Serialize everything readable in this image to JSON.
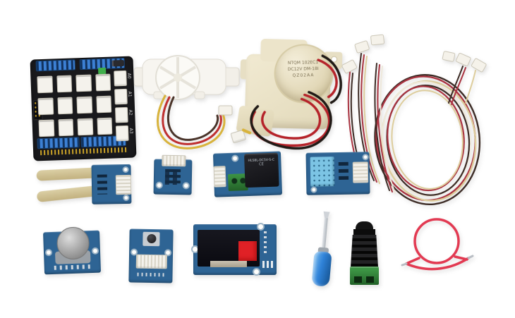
{
  "photo": {
    "background_color": "#ffffff",
    "scene": "grove-sensor-kit-parts"
  },
  "base_shield": {
    "name": "grove-base-shield",
    "port_labels": [
      "A0",
      "A1",
      "A2",
      "A3"
    ],
    "pcb_color": "#19191c",
    "header_color": "#2f74c8"
  },
  "flow_sensor": {
    "name": "water-flow-sensor",
    "body_color": "#f7f5f0",
    "wire_colors": [
      "#d8b33c",
      "#bf3030",
      "#4a342a"
    ]
  },
  "water_pump": {
    "name": "12v-water-pump",
    "label_lines": [
      "NTQM 102EC1",
      "DC12V DM-18I",
      "QZ02AA"
    ],
    "body_color": "#ece4ca",
    "wire_colors": [
      "#b5232a",
      "#201a16"
    ]
  },
  "cable_bundle": {
    "name": "grove-4pin-cable-bundle",
    "wire_colors": [
      "#3d2c26",
      "#a93340",
      "#ddcd9c",
      "#efe9dc"
    ]
  },
  "moisture_sensor": {
    "name": "moisture-sensor",
    "pcb_color": "#2e6494",
    "prong_color": "#cfc093"
  },
  "light_sensor_module": {
    "name": "small-grove-sensor-module",
    "pcb_color": "#2e6494"
  },
  "relay_module": {
    "name": "relay-module",
    "relay_label": "HLS8L-DC5V-S-C",
    "relay_cert": "CE",
    "terminal_color": "#2e7d36"
  },
  "temp_humidity_sensor": {
    "name": "dht11-temp-humidity-sensor",
    "sensor_color": "#7cc4e4"
  },
  "rotary_sensor": {
    "name": "rotary-angle-sensor",
    "knob_color": "#9a9a9a"
  },
  "button_module": {
    "name": "button-module"
  },
  "oled_module": {
    "name": "oled-display-module",
    "screen_color": "#0c0c12",
    "film_tab_color": "#e02126"
  },
  "screwdriver": {
    "name": "screwdriver",
    "handle_color": "#2f82d8"
  },
  "dc_jack": {
    "name": "dc-jack-adapter",
    "terminal_color": "#2f8a3a"
  },
  "red_wire": {
    "name": "red-jumper-wire",
    "wire_color": "#e23a52"
  }
}
